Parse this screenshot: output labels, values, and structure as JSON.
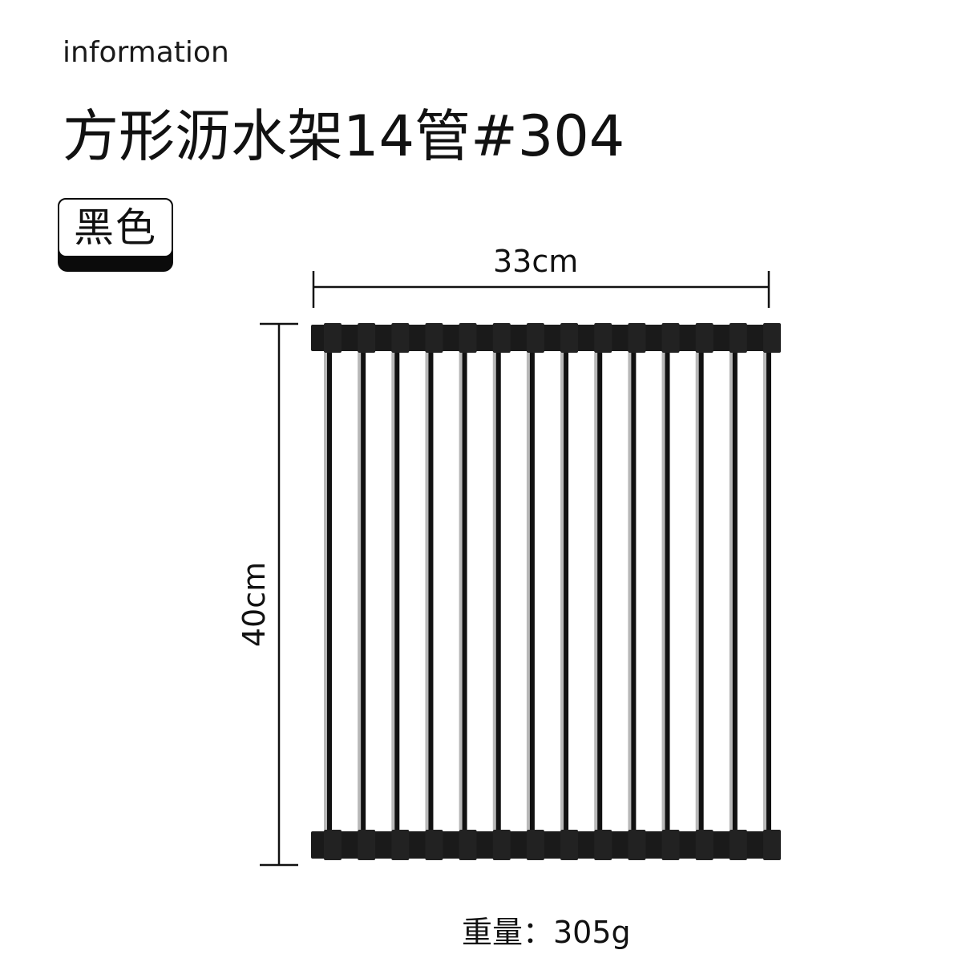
{
  "header": {
    "label": "information",
    "title": "方形沥水架14管#304"
  },
  "badge": {
    "color_name": "黑色"
  },
  "dimensions": {
    "width_label": "33cm",
    "height_label": "40cm"
  },
  "weight_label": "重量：305g",
  "product": {
    "tube_count": 14,
    "colors": {
      "frame": "#1a1a1a",
      "tube_dark": "#111111",
      "tube_light": "#b8b8b8"
    },
    "icons": [
      "rack-illustration",
      "dimension-line"
    ]
  }
}
